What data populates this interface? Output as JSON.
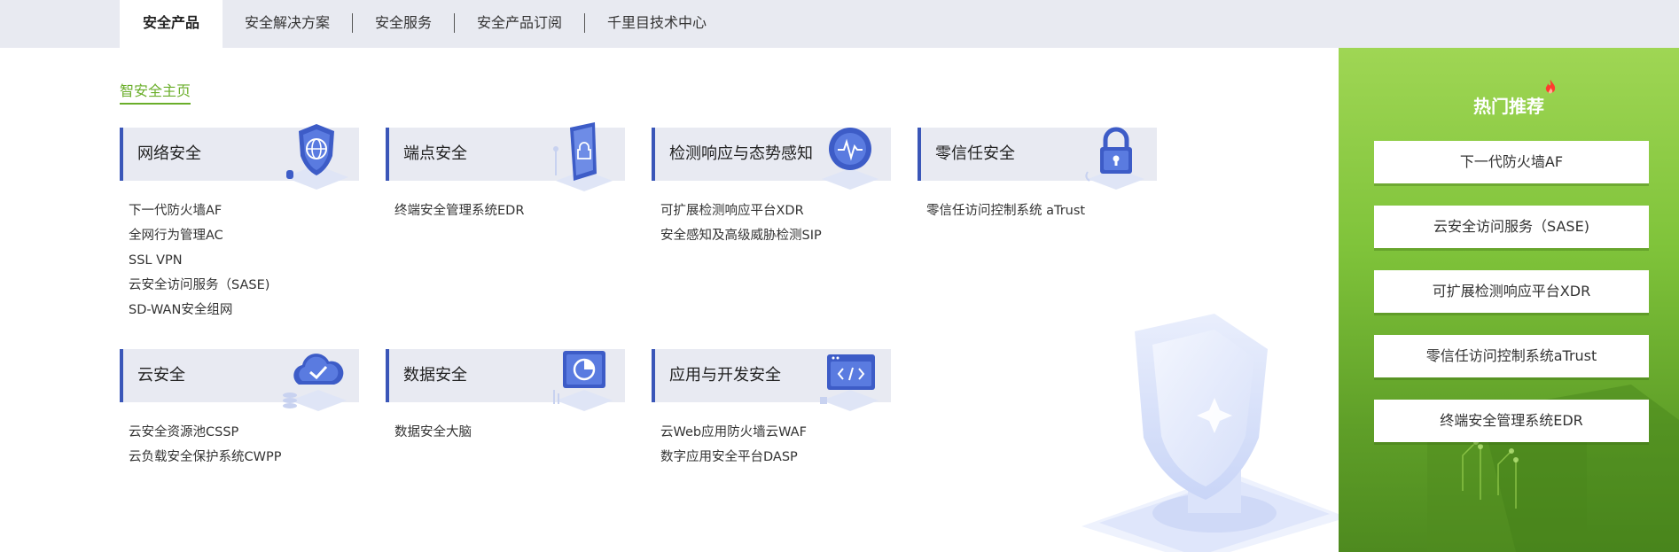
{
  "topnav": {
    "tabs": [
      {
        "label": "安全产品"
      },
      {
        "label": "安全解决方案"
      },
      {
        "label": "安全服务"
      },
      {
        "label": "安全产品订阅"
      },
      {
        "label": "千里目技术中心"
      }
    ]
  },
  "home_link": "智安全主页",
  "categories": [
    {
      "title": "网络安全",
      "icon": "globe-shield-icon",
      "links": [
        "下一代防火墙AF",
        "全网行为管理AC",
        "SSL VPN",
        "云安全访问服务（SASE)",
        "SD-WAN安全组网"
      ]
    },
    {
      "title": "端点安全",
      "icon": "endpoint-device-icon",
      "links": [
        "终端安全管理系统EDR"
      ]
    },
    {
      "title": "检测响应与态势感知",
      "icon": "pulse-monitor-icon",
      "links": [
        "可扩展检测响应平台XDR",
        "安全感知及高级威胁检测SIP"
      ]
    },
    {
      "title": "零信任安全",
      "icon": "padlock-icon",
      "links": [
        "零信任访问控制系统 aTrust"
      ]
    },
    {
      "title": "云安全",
      "icon": "cloud-check-icon",
      "links": [
        "云安全资源池CSSP",
        "云负载安全保护系统CWPP"
      ]
    },
    {
      "title": "数据安全",
      "icon": "pie-chart-screen-icon",
      "links": [
        "数据安全大脑"
      ]
    },
    {
      "title": "应用与开发安全",
      "icon": "code-window-icon",
      "links": [
        "云Web应用防火墙云WAF",
        "数字应用安全平台DASP"
      ]
    }
  ],
  "hot": {
    "title": "热门推荐",
    "items": [
      "下一代防火墙AF",
      "云安全访问服务（SASE)",
      "可扩展检测响应平台XDR",
      "零信任访问控制系统aTrust",
      "终端安全管理系统EDR"
    ]
  },
  "colors": {
    "accent_blue": "#3a56b8",
    "accent_green": "#6aae2a",
    "panel_green": "#7fc33a",
    "nav_bg": "#e8eaf1"
  }
}
